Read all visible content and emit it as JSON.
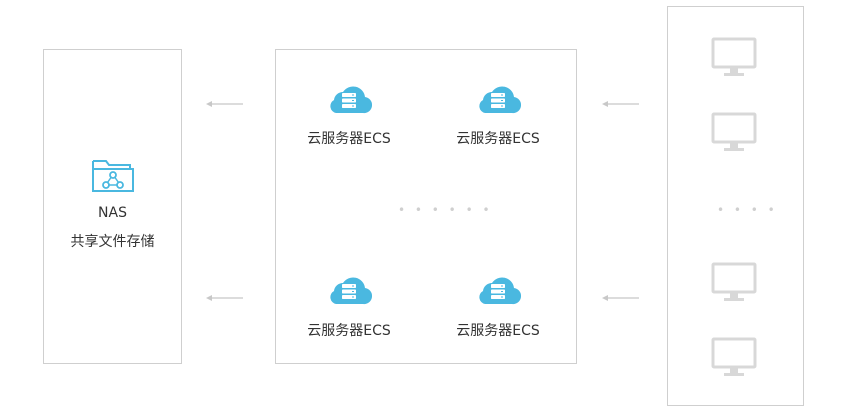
{
  "nas": {
    "label_line1": "NAS",
    "label_line2": "共享文件存储",
    "icon": "folder-share-icon"
  },
  "ecs": {
    "servers": [
      {
        "label": "云服务器ECS",
        "icon": "cloud-server-icon"
      },
      {
        "label": "云服务器ECS",
        "icon": "cloud-server-icon"
      },
      {
        "label": "云服务器ECS",
        "icon": "cloud-server-icon"
      },
      {
        "label": "云服务器ECS",
        "icon": "cloud-server-icon"
      }
    ],
    "ellipsis": "• • • • • •"
  },
  "clients": {
    "icon": "monitor-icon",
    "count": 4,
    "ellipsis": "• • • •"
  },
  "colors": {
    "cloud": "#4ab8e0",
    "border": "#cfcfcf",
    "icon_gray": "#d8d8d8",
    "arrow": "#c8c8c8",
    "text": "#333333"
  }
}
